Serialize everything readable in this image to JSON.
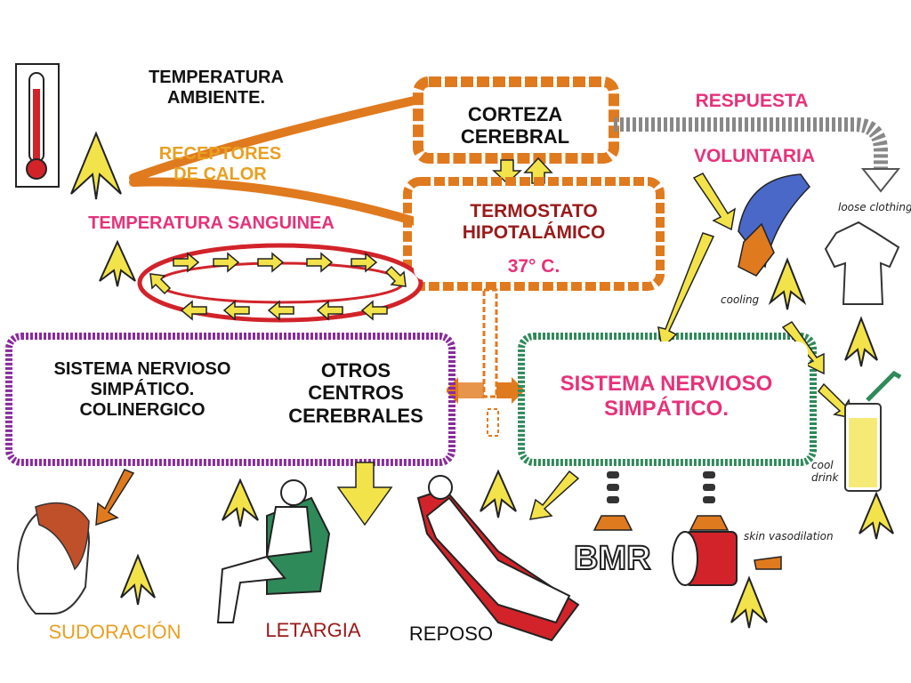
{
  "colors": {
    "orange": "#e07a1e",
    "yellow": "#f3e34a",
    "red": "#d2232a",
    "purple": "#8a2a9e",
    "green": "#2f8a5a",
    "pink": "#e6327a",
    "gold": "#e8a020",
    "darkred": "#9a1a1a"
  },
  "labels": {
    "temperatura_ambiente": "TEMPERATURA\nAMBIENTE.",
    "receptores": "RECEPTORES\nDE CALOR",
    "temperatura_sanguinea": "TEMPERATURA SANGUINEA",
    "corteza": "CORTEZA\nCEREBRAL",
    "respuesta": "RESPUESTA",
    "voluntaria": "VOLUNTARIA",
    "termostato": "TERMOSTATO\nHIPOTALÁMICO",
    "temp_37": "37° C.",
    "snc_colinergico": "SISTEMA NERVIOSO\nSIMPÁTICO.\nCOLINERGICO",
    "otros_centros": "OTROS\nCENTROS\nCEREBRALES",
    "sns": "SISTEMA NERVIOSO\nSIMPÁTICO.",
    "sudoracion": "SUDORACIÓN",
    "letargia": "LETARGIA",
    "reposo": "REPOSO",
    "bmr": "BMR",
    "loose_clothing": "loose clothing",
    "cooling": "cooling",
    "cool_drink": "cool\ndrink",
    "skin_vasodilation": "skin vasodilation"
  }
}
